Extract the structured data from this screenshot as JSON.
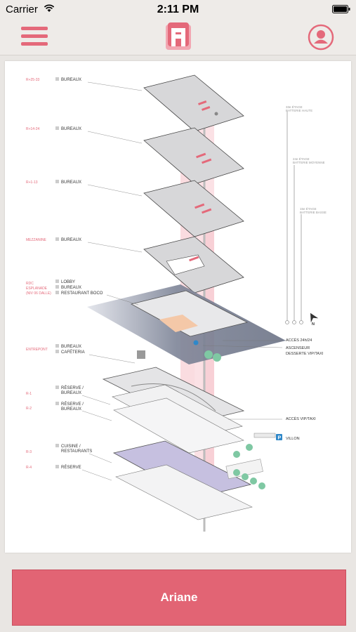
{
  "status_bar": {
    "carrier": "Carrier",
    "time": "2:11 PM"
  },
  "colors": {
    "accent": "#e4697a",
    "floor": "#d7d7d9",
    "plaza": "#7c8395",
    "basement": "#c6c0e0"
  },
  "icons": {
    "menu": "hamburger-menu-icon",
    "logo": "app-logo-icon",
    "profile": "user-profile-icon"
  },
  "plan": {
    "left_labels": [
      {
        "code": "R+25-33",
        "items": [
          "BUREAUX"
        ]
      },
      {
        "code": "R+14-24",
        "items": [
          "BUREAUX"
        ]
      },
      {
        "code": "R+1-13",
        "items": [
          "BUREAUX"
        ]
      },
      {
        "code": "MEZZANINE",
        "items": [
          "BUREAUX"
        ]
      },
      {
        "code_lines": [
          "RDC",
          "ESPLANADE",
          "(NIV 06 DALLE)"
        ],
        "items": [
          "LOBBY",
          "BUREAUX",
          "RESTAURANT BOCO"
        ]
      },
      {
        "code": "ENTREPONT",
        "items": [
          "BUREAUX",
          "CAFÉTERIA"
        ]
      },
      {
        "code": "R-1",
        "items": [
          "RÉSERVE /",
          "BUREAUX"
        ]
      },
      {
        "code": "R-2",
        "items": [
          "RÉSERVE /",
          "BUREAUX"
        ]
      },
      {
        "code": "R-3",
        "items": [
          "CUISINE /",
          "RESTAURANTS"
        ]
      },
      {
        "code": "R-4",
        "items": [
          "RÉSERVE"
        ]
      }
    ],
    "elevators": [
      {
        "lines": [
          "33e ÉTAGE",
          "BATTERIE HAUTE"
        ]
      },
      {
        "lines": [
          "24e ÉTAGE",
          "BATTERIE MOYENNE"
        ]
      },
      {
        "lines": [
          "15e ÉTAGE",
          "BATTERIE BASSE"
        ]
      }
    ],
    "compass": "N",
    "right_labels": {
      "access": "ACCÈS 24h/24",
      "elevator_vip": [
        "ASCENSEUR",
        "DESSERTE VIP/TAXI"
      ],
      "access_vip": "ACCÈS VIP/TAXI",
      "parking_badge": "P",
      "parking": "VILLON"
    }
  },
  "bottom_button": {
    "label": "Ariane"
  }
}
